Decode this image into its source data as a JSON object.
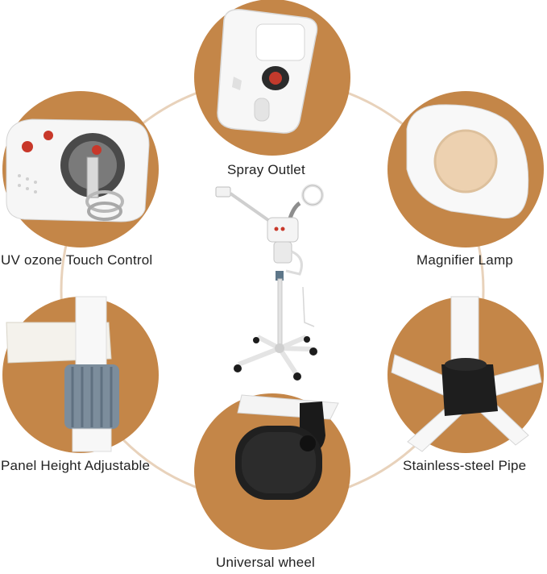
{
  "colors": {
    "accent": "#c48648",
    "ring": "#e8d2bb",
    "text": "#222222",
    "product": "#f4f4f4"
  },
  "features": [
    {
      "label": "Spray Outlet",
      "icon": "spray-outlet-photo"
    },
    {
      "label": "UV ozone Touch Control",
      "icon": "uv-ozone-control-photo"
    },
    {
      "label": "Magnifier Lamp",
      "icon": "magnifier-lamp-photo"
    },
    {
      "label": "Panel Height Adjustable",
      "icon": "height-adjust-photo"
    },
    {
      "label": "Stainless-steel Pipe",
      "icon": "steel-pipe-photo"
    },
    {
      "label": "Universal wheel",
      "icon": "universal-wheel-photo"
    }
  ]
}
